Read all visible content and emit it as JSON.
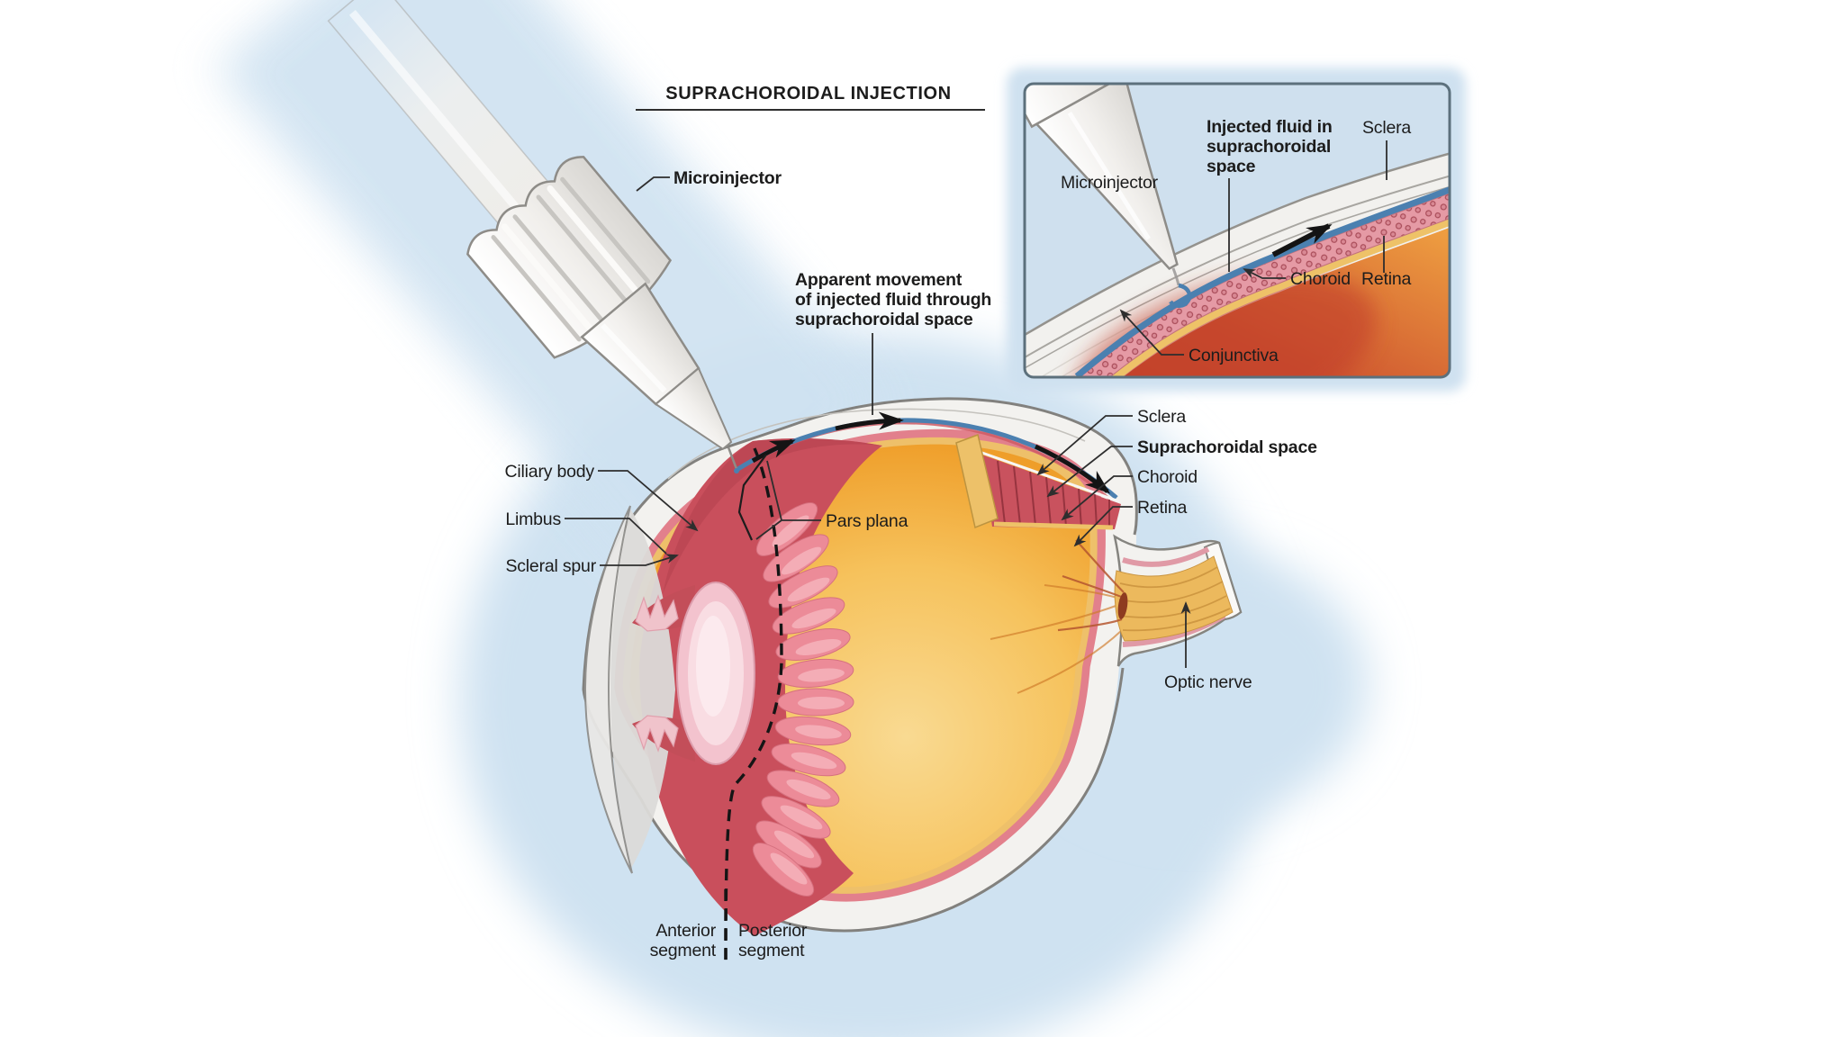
{
  "title": "SUPRACHOROIDAL INJECTION",
  "colors": {
    "injected_fluid_blue": "#4b80b0",
    "choroid_pink": "#e2808c",
    "retina_yellow": "#eec06a",
    "vitreous_orange": "#f2b445",
    "ciliary_red": "#c94f5c",
    "sclera_white": "#f3f2ef",
    "halo_blue": "#cfe2f1",
    "label_ink": "#1c1c1c"
  },
  "main_diagram": {
    "labels": {
      "microinjector": "Microinjector",
      "apparent_movement_line1": "Apparent movement",
      "apparent_movement_line2": "of injected fluid through",
      "apparent_movement_line3": "suprachoroidal space",
      "ciliary_body": "Ciliary body",
      "limbus": "Limbus",
      "scleral_spur": "Scleral spur",
      "pars_plana": "Pars plana",
      "sclera": "Sclera",
      "suprachoroidal_space": "Suprachoroidal space",
      "choroid": "Choroid",
      "retina": "Retina",
      "optic_nerve": "Optic nerve",
      "anterior_segment_line1": "Anterior",
      "anterior_segment_line2": "segment",
      "posterior_segment_line1": "Posterior",
      "posterior_segment_line2": "segment"
    }
  },
  "inset_diagram": {
    "labels": {
      "microinjector": "Microinjector",
      "injected_fluid_line1": "Injected fluid in",
      "injected_fluid_line2": "suprachoroidal",
      "injected_fluid_line3": "space",
      "sclera": "Sclera",
      "choroid": "Choroid",
      "retina": "Retina",
      "conjunctiva": "Conjunctiva"
    }
  }
}
